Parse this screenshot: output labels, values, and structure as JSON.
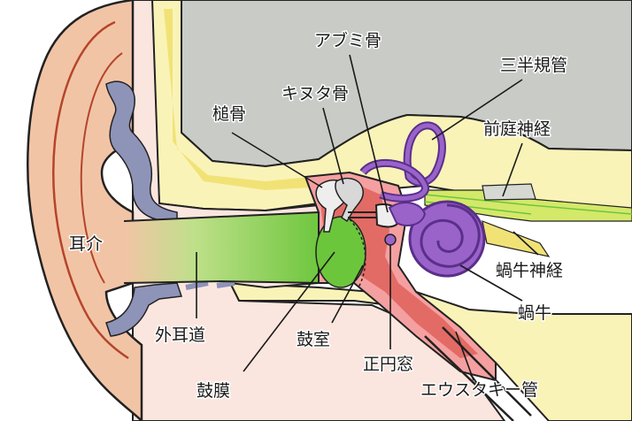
{
  "labels": {
    "pinna": "耳介",
    "ear_canal": "外耳道",
    "eardrum": "鼓膜",
    "tympanic_cavity": "鼓室",
    "round_window": "正円窓",
    "eustachian_tube": "エウスタキー管",
    "malleus": "槌骨",
    "incus": "キヌタ骨",
    "stapes": "アブミ骨",
    "semicircular_canals": "三半規管",
    "vestibular_nerve": "前庭神経",
    "cochlear_nerve": "蝸牛神経",
    "cochlea": "蝸牛"
  },
  "colors": {
    "skin": "#f2c4a6",
    "skin_dark": "#b5452a",
    "bone": "#faf3b8",
    "bone_dark": "#f1e276",
    "skull": "#c9ccc6",
    "canal": "#8fd35a",
    "cartilage": "#8e93b8",
    "cochlea": "#9a63c9",
    "cochlea_dark": "#5a2f8a",
    "tissue": "#f5a0a0",
    "middle_ear": "#e36b66"
  }
}
